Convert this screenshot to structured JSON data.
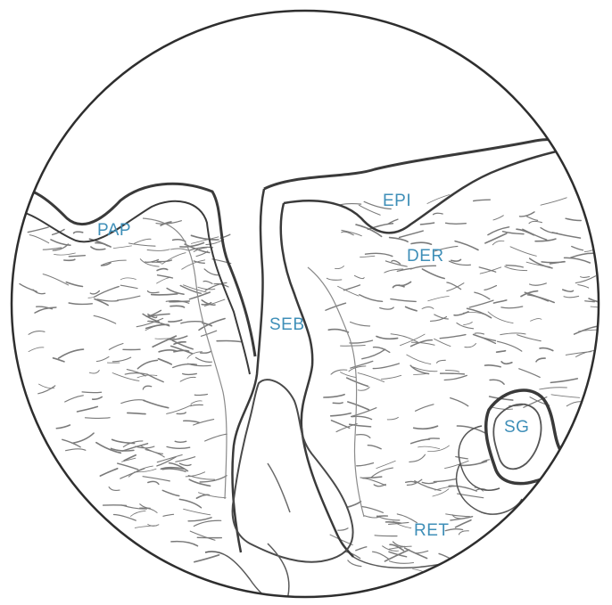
{
  "colors": {
    "ink": "#3a3a3a",
    "fiber": "#7a7a7a",
    "label": "#3f8fb8",
    "paper": "#ffffff"
  },
  "labels": {
    "pap": "PAP",
    "epi": "EPI",
    "der": "DER",
    "seb": "SEB",
    "sg": "SG",
    "ret": "RET"
  }
}
